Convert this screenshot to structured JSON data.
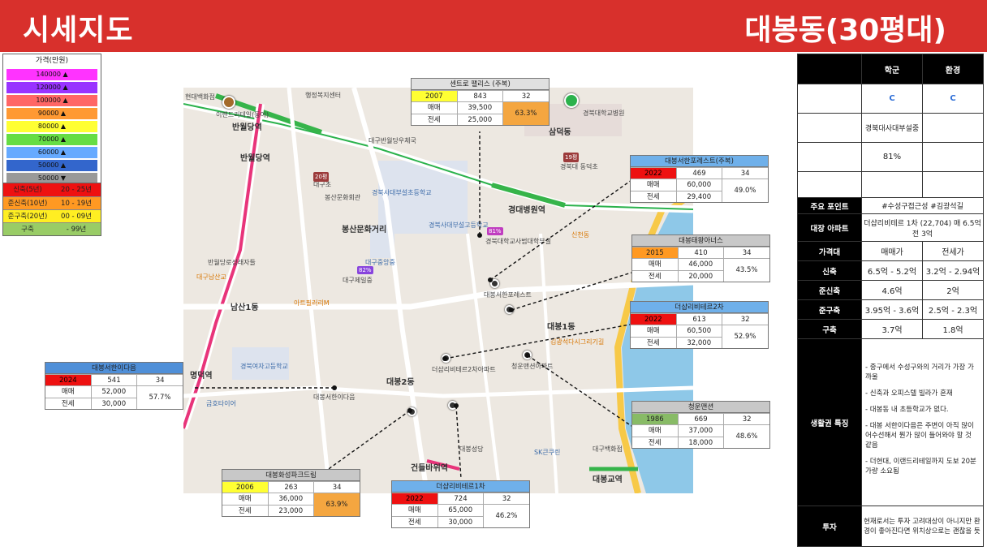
{
  "header": {
    "title": "시세지도",
    "region": "대봉동(30평대)"
  },
  "price_legend": {
    "title": "가격(만원)",
    "rows": [
      {
        "label": "140000 ▲",
        "color": "#ff33ff"
      },
      {
        "label": "120000 ▲",
        "color": "#9933ff"
      },
      {
        "label": "100000 ▲",
        "color": "#ff6666"
      },
      {
        "label": "90000 ▲",
        "color": "#ff9933"
      },
      {
        "label": "80000 ▲",
        "color": "#ffff33"
      },
      {
        "label": "70000 ▲",
        "color": "#66dd44"
      },
      {
        "label": "60000 ▲",
        "color": "#66aaff"
      },
      {
        "label": "50000 ▲",
        "color": "#3366cc"
      },
      {
        "label": "50000 ▼",
        "color": "#999999"
      }
    ]
  },
  "age_legend": [
    {
      "a": "신축(5년)",
      "b": "20 - 25년",
      "color": "#ee1111"
    },
    {
      "a": "준신축(10년)",
      "b": "10 - 19년",
      "color": "#ff9922"
    },
    {
      "a": "준구축(20년)",
      "b": "00 - 09년",
      "color": "#ffee22"
    },
    {
      "a": "구축",
      "b": "- 99년",
      "color": "#99cc66"
    }
  ],
  "map_labels": {
    "l1": "현대백화점",
    "l2": "이랜드리테일(동아)",
    "l3": "반월당역",
    "l4": "반월당역",
    "l5": "행정복지센터",
    "l6": "대구반월당우체국",
    "l7": "경북대학교병원",
    "l8": "삼덕동",
    "l9": "대구초",
    "l10": "봉산문화회관",
    "l11": "경북사대부설초등학교",
    "l12": "봉산문화거리",
    "l13": "경대병원역",
    "l14": "경북사대부설고등학교",
    "l15": "경북대학교사범대학부설",
    "l16": "대구중앙중",
    "l17": "대구제일중",
    "l18": "반월당로성래자들",
    "l19": "남산1동",
    "l20": "대구남산교",
    "l21": "아트필러리M",
    "l22": "경북여자고등학교",
    "l23": "명덕역",
    "l24": "금호타이어",
    "l25": "대봉서한이다음",
    "l26": "대봉2동",
    "l27": "대봉1동",
    "l28": "더샵리비테르2차아파트",
    "l29": "청운맨션아파트",
    "l30": "김광석다시그리기길",
    "l31": "건들바위역",
    "l32": "대봉교역",
    "l33": "대봉성당",
    "l34": "SK큰쿠린",
    "l35": "대구백화점",
    "l36": "경북대 동덕초",
    "l37": "신천동",
    "l38": "대봉서한포레스트"
  },
  "map_pcts": {
    "p1": "81%",
    "p2": "82%",
    "p3": "20평",
    "p4": "19평"
  },
  "boxes": {
    "centro": {
      "name": "센트로 팰리스 (주복)",
      "year": "2007",
      "hh": "843",
      "py": "32",
      "sale_l": "매매",
      "sale": "39,500",
      "jeon_l": "전세",
      "jeon": "25,000",
      "pct": "63.3%",
      "yc": "#ffff33",
      "pc": "#f4a640"
    },
    "forest": {
      "name": "대봉서한포레스트(주복)",
      "year": "2022",
      "hh": "469",
      "py": "34",
      "sale_l": "매매",
      "sale": "60,000",
      "jeon_l": "전세",
      "jeon": "29,400",
      "pct": "49.0%",
      "yc": "#ee1111"
    },
    "taewang": {
      "name": "대봉태왕아너스",
      "year": "2015",
      "hh": "410",
      "py": "34",
      "sale_l": "매매",
      "sale": "46,000",
      "jeon_l": "전세",
      "jeon": "20,000",
      "pct": "43.5%",
      "yc": "#ff9922"
    },
    "sharp2": {
      "name": "더샵리비테르2차",
      "year": "2022",
      "hh": "613",
      "py": "32",
      "sale_l": "매매",
      "sale": "60,500",
      "jeon_l": "전세",
      "jeon": "32,000",
      "pct": "52.9%",
      "yc": "#ee1111"
    },
    "chungwoon": {
      "name": "청운맨션",
      "year": "1986",
      "hh": "669",
      "py": "32",
      "sale_l": "매매",
      "sale": "37,000",
      "jeon_l": "전세",
      "jeon": "18,000",
      "pct": "48.6%",
      "yc": "#88bb66"
    },
    "sharp1": {
      "name": "더샵리비테르1차",
      "year": "2022",
      "hh": "724",
      "py": "32",
      "sale_l": "매매",
      "sale": "65,000",
      "jeon_l": "전세",
      "jeon": "30,000",
      "pct": "46.2%",
      "yc": "#ee1111"
    },
    "hwasung": {
      "name": "대봉화성파크드림",
      "year": "2006",
      "hh": "263",
      "py": "34",
      "sale_l": "매매",
      "sale": "36,000",
      "jeon_l": "전세",
      "jeon": "23,000",
      "pct": "63.9%",
      "yc": "#ffff33",
      "pc": "#f4a640"
    },
    "seohan": {
      "name": "대봉서한이다음",
      "year": "2024",
      "hh": "541",
      "py": "34",
      "sale_l": "매매",
      "sale": "52,000",
      "jeon_l": "전세",
      "jeon": "30,000",
      "pct": "57.7%",
      "yc": "#ee1111"
    }
  },
  "right": {
    "col1": "학군",
    "col2": "환경",
    "grade1": "C",
    "grade2": "C",
    "school": "경북대사대부설중",
    "rate": "81%",
    "points_k": "주요 포인트",
    "points_v": "#수성구접근성 #김광석길",
    "rep_k": "대장 아파트",
    "rep_v": "더샵리비테르 1차 (22,704) 매 6.5억 전 3억",
    "price_k": "가격대",
    "sale_h": "매매가",
    "jeon_h": "전세가",
    "rows": [
      {
        "k": "신축",
        "a": "6.5억 - 5.2억",
        "b": "3.2억 - 2.94억"
      },
      {
        "k": "준신축",
        "a": "4.6억",
        "b": "2억"
      },
      {
        "k": "준구축",
        "a": "3.95억 - 3.6억",
        "b": "2.5억 - 2.3억"
      },
      {
        "k": "구축",
        "a": "3.7억",
        "b": "1.8억"
      }
    ],
    "life_k": "생활권 특징",
    "life": [
      "- 중구에서 수성구와의 거리가 가장 가까울",
      "- 신축과 오피스텔 빌라가 혼재",
      "- 대봉동 내 초등학교가 없다.",
      "- 대봉 서한이다음은 주변이 아직 많이 어수선해서 뭔가 많이 들어와야 할 것 같음",
      "- 더현대, 이랜드리테일까지 도보 20분 가량 소요됨"
    ],
    "invest_k": "투자",
    "invest_v": "현재로서는 투자 고려대상이 아니지만 환경이 좋아진다면 위치상으로는 괜찮을 듯"
  }
}
